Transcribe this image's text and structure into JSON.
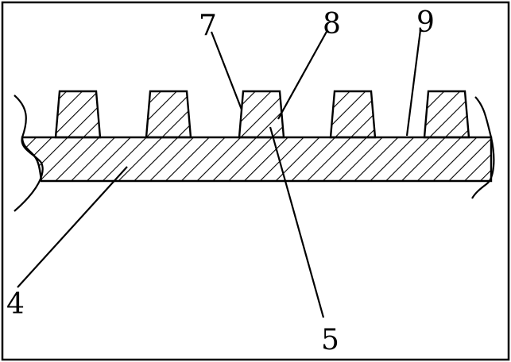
{
  "labels": {
    "l4": "4",
    "l5": "5",
    "l7": "7",
    "l8": "8",
    "l9": "9"
  },
  "style": {
    "line_color": "#000000",
    "background": "#ffffff"
  }
}
